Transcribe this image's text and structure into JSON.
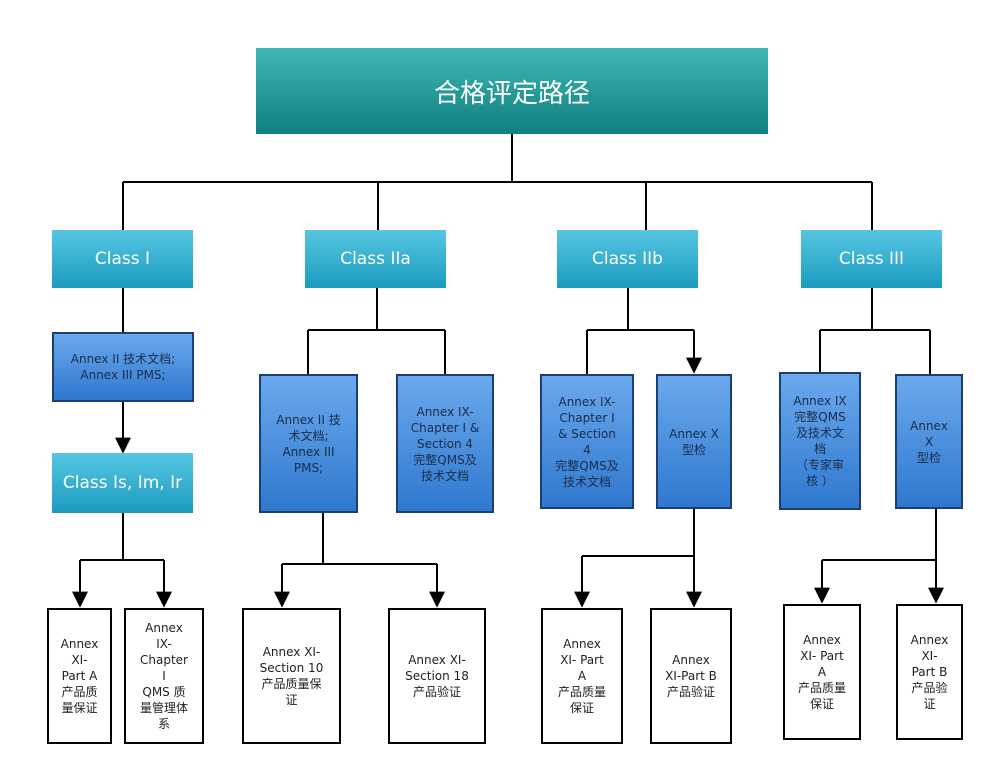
{
  "title": "合格评定路径",
  "classes": {
    "class1": "Class I",
    "class2a": "Class IIa",
    "class2b": "Class IIb",
    "class3": "Class III",
    "class1_sub": "Class Is, Im, Ir"
  },
  "nodes": {
    "c1_annex2": "Annex II 技术文档;\nAnnex III PMS;",
    "c2a_annex2": "Annex II 技\n术文档;\nAnnex III\nPMS;",
    "c2a_annex9": "Annex IX-\nChapter I &\nSection 4\n完整QMS及\n技术文档",
    "c2b_annex9": "Annex IX-\nChapter I\n& Section\n4\n完整QMS及\n技术文档",
    "c2b_annex10": "Annex X\n型检",
    "c3_annex9": "Annex IX\n完整QMS\n及技术文\n档\n（专家审\n核 ）",
    "c3_annex10": "Annex\nX\n型检"
  },
  "leaves": {
    "c1_xi_a": "Annex\nXI-\nPart A\n产品质\n量保证",
    "c1_ix_qms": "Annex\nIX-\nChapter\nI\nQMS 质\n量管理体\n系",
    "c2a_xi_10": "Annex XI-\nSection 10\n产品质量保\n证",
    "c2a_xi_18": "Annex XI-\nSection 18\n产品验证",
    "c2b_xi_a": "Annex\nXI- Part\nA\n产品质量\n保证",
    "c2b_xi_b": "Annex\nXI-Part B\n产品验证",
    "c3_xi_a": "Annex\nXI- Part\nA\n产品质量\n保证",
    "c3_xi_b": "Annex\nXI-\nPart B\n产品验\n证"
  },
  "colors": {
    "title_top": "#3fb8b5",
    "title_bottom": "#0f7f7f",
    "class_top": "#56c6e2",
    "class_bottom": "#1d9cc0",
    "node_top": "#6aa9ec",
    "node_bottom": "#2f78cf",
    "node_border": "#1d3e73",
    "line": "#000000"
  }
}
